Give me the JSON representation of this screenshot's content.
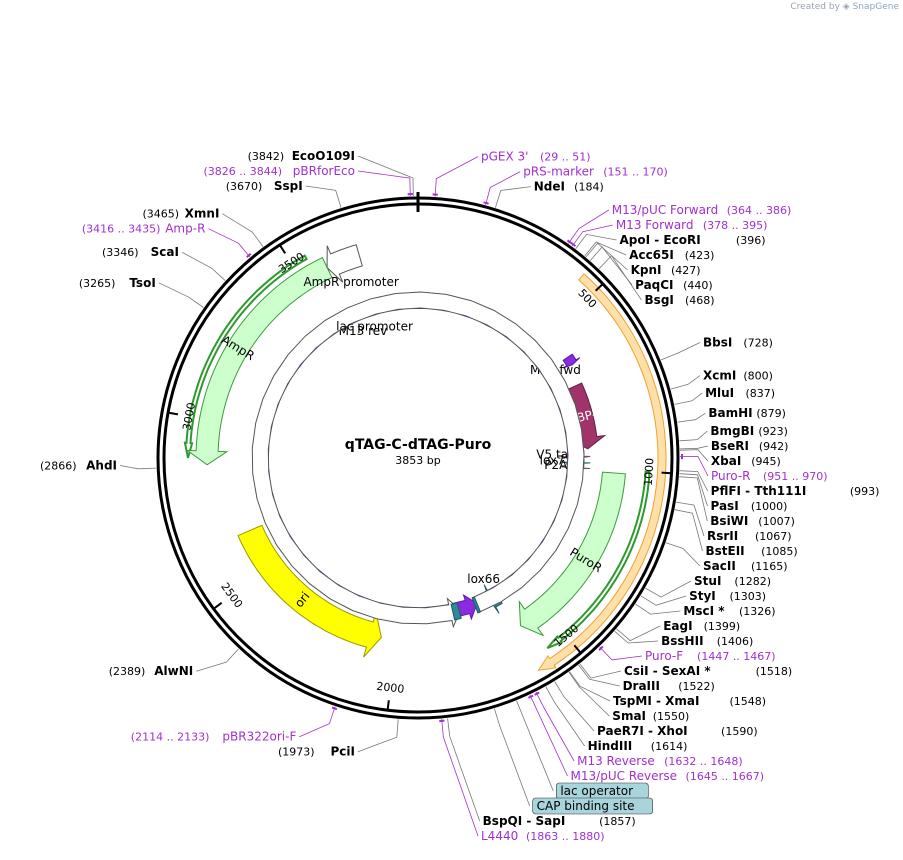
{
  "credit": {
    "prefix": "Created by",
    "brand": "SnapGene"
  },
  "plasmid": {
    "name": "qTAG-C-dTAG-Puro",
    "size_label": "3853 bp",
    "length": 3853
  },
  "colors": {
    "backbone": "#000000",
    "site": "#000000",
    "primer": "#a030d0",
    "feature_green": "#ccffcc",
    "feature_green_stroke": "#3c9a3c",
    "ori": "#ffff00",
    "fkbp": "#a0336a",
    "v5": "#cc88aa",
    "lox": "#2d8a9a",
    "p2a": "#cc88aa",
    "orf": "#f0a030",
    "orf_inner": "#2c9a2c",
    "box_fill": "#a8d4dc"
  },
  "ticks": [
    {
      "pos": 500,
      "label": "500"
    },
    {
      "pos": 1000,
      "label": "1000"
    },
    {
      "pos": 1500,
      "label": "1500"
    },
    {
      "pos": 2000,
      "label": "2000"
    },
    {
      "pos": 2500,
      "label": "2500"
    },
    {
      "pos": 3000,
      "label": "3000"
    },
    {
      "pos": 3500,
      "label": "3500"
    }
  ],
  "sites": [
    {
      "kind": "site",
      "pos": 3842,
      "label": "EcoO109I",
      "loc": "(3842)"
    },
    {
      "kind": "primer",
      "pos": 3835,
      "label": "pBRforEco",
      "loc": "(3826 .. 3844)"
    },
    {
      "kind": "site",
      "pos": 3670,
      "label": "SspI",
      "loc": "(3670)"
    },
    {
      "kind": "primer",
      "pos": 40,
      "label": "pGEX 3'",
      "loc": "(29 .. 51)"
    },
    {
      "kind": "primer",
      "pos": 160,
      "label": "pRS-marker",
      "loc": "(151 .. 170)"
    },
    {
      "kind": "site",
      "pos": 184,
      "label": "NdeI",
      "loc": "(184)"
    },
    {
      "kind": "primer",
      "pos": 375,
      "label": "M13/pUC Forward",
      "loc": "(364 .. 386)"
    },
    {
      "kind": "primer",
      "pos": 386,
      "label": "M13 Forward",
      "loc": "(378 .. 395)"
    },
    {
      "kind": "site",
      "pos": 396,
      "label": "ApoI  -  EcoRI",
      "loc": "(396)"
    },
    {
      "kind": "site",
      "pos": 423,
      "label": "Acc65I",
      "loc": "(423)"
    },
    {
      "kind": "site",
      "pos": 427,
      "label": "KpnI",
      "loc": "(427)"
    },
    {
      "kind": "site",
      "pos": 440,
      "label": "PaqCI",
      "loc": "(440)"
    },
    {
      "kind": "site",
      "pos": 468,
      "label": "BsgI",
      "loc": "(468)"
    },
    {
      "kind": "site",
      "pos": 728,
      "label": "BbsI",
      "loc": "(728)"
    },
    {
      "kind": "site",
      "pos": 800,
      "label": "XcmI",
      "loc": "(800)"
    },
    {
      "kind": "site",
      "pos": 837,
      "label": "MluI",
      "loc": "(837)"
    },
    {
      "kind": "site",
      "pos": 879,
      "label": "BamHI",
      "loc": "(879)"
    },
    {
      "kind": "site",
      "pos": 923,
      "label": "BmgBI",
      "loc": "(923)"
    },
    {
      "kind": "site",
      "pos": 942,
      "label": "BseRI",
      "loc": "(942)"
    },
    {
      "kind": "site",
      "pos": 945,
      "label": "XbaI",
      "loc": "(945)"
    },
    {
      "kind": "primer",
      "pos": 960,
      "label": "Puro-R",
      "loc": "(951 .. 970)"
    },
    {
      "kind": "site",
      "pos": 993,
      "label": "PflFI  -  Tth111I",
      "loc": "(993)"
    },
    {
      "kind": "site",
      "pos": 1000,
      "label": "PasI",
      "loc": "(1000)"
    },
    {
      "kind": "site",
      "pos": 1007,
      "label": "BsiWI",
      "loc": "(1007)"
    },
    {
      "kind": "site",
      "pos": 1067,
      "label": "RsrII",
      "loc": "(1067)"
    },
    {
      "kind": "site",
      "pos": 1085,
      "label": "BstEII",
      "loc": "(1085)"
    },
    {
      "kind": "site",
      "pos": 1165,
      "label": "SacII",
      "loc": "(1165)"
    },
    {
      "kind": "site",
      "pos": 1282,
      "label": "StuI",
      "loc": "(1282)"
    },
    {
      "kind": "site",
      "pos": 1303,
      "label": "StyI",
      "loc": "(1303)"
    },
    {
      "kind": "site",
      "pos": 1326,
      "label": "MscI *",
      "loc": "(1326)"
    },
    {
      "kind": "site",
      "pos": 1399,
      "label": "EagI",
      "loc": "(1399)"
    },
    {
      "kind": "site",
      "pos": 1406,
      "label": "BssHII",
      "loc": "(1406)"
    },
    {
      "kind": "primer",
      "pos": 1457,
      "label": "Puro-F",
      "loc": "(1447 .. 1467)"
    },
    {
      "kind": "site",
      "pos": 1518,
      "label": "CsiI  -  SexAI *",
      "loc": "(1518)"
    },
    {
      "kind": "site",
      "pos": 1522,
      "label": "DraIII",
      "loc": "(1522)"
    },
    {
      "kind": "site",
      "pos": 1548,
      "label": "TspMI  -  XmaI",
      "loc": "(1548)"
    },
    {
      "kind": "site",
      "pos": 1550,
      "label": "SmaI",
      "loc": "(1550)"
    },
    {
      "kind": "site",
      "pos": 1590,
      "label": "PaeR7I  -  XhoI",
      "loc": "(1590)"
    },
    {
      "kind": "site",
      "pos": 1614,
      "label": "HindIII",
      "loc": "(1614)"
    },
    {
      "kind": "primer",
      "pos": 1640,
      "label": "M13 Reverse",
      "loc": "(1632 .. 1648)"
    },
    {
      "kind": "box",
      "pos": 1690,
      "label": "lac operator",
      "loc": ""
    },
    {
      "kind": "primer",
      "pos": 1656,
      "label": "M13/pUC Reverse",
      "loc": "(1645 .. 1667)"
    },
    {
      "kind": "box",
      "pos": 1745,
      "label": "CAP binding site",
      "loc": ""
    },
    {
      "kind": "site",
      "pos": 1857,
      "label": "BspQI  -  SapI",
      "loc": "(1857)"
    },
    {
      "kind": "primer",
      "pos": 1871,
      "label": "L4440",
      "loc": "(1863 .. 1880)"
    },
    {
      "kind": "site",
      "pos": 1973,
      "label": "PciI",
      "loc": "(1973)"
    },
    {
      "kind": "primer",
      "pos": 2124,
      "label": "pBR322ori-F",
      "loc": "(2114 .. 2133)"
    },
    {
      "kind": "site",
      "pos": 2389,
      "label": "AlwNI",
      "loc": "(2389)"
    },
    {
      "kind": "site",
      "pos": 2866,
      "label": "AhdI",
      "loc": "(2866)"
    },
    {
      "kind": "site",
      "pos": 3265,
      "label": "TsoI",
      "loc": "(3265)"
    },
    {
      "kind": "site",
      "pos": 3346,
      "label": "ScaI",
      "loc": "(3346)"
    },
    {
      "kind": "primer",
      "pos": 3426,
      "label": "Amp-R",
      "loc": "(3416 .. 3435)"
    },
    {
      "kind": "site",
      "pos": 3465,
      "label": "XmnI",
      "loc": "(3465)"
    }
  ],
  "features": [
    {
      "id": "orf-outer",
      "label": "",
      "start": 450,
      "end": 1610,
      "dir": 1,
      "ring": "orf"
    },
    {
      "id": "puro-inner",
      "label": "",
      "start": 1000,
      "end": 1560,
      "dir": 1,
      "ring": "inner"
    },
    {
      "id": "ampr-inner",
      "label": "",
      "start": 3540,
      "end": 2890,
      "dir": -1,
      "ring": "inner"
    },
    {
      "id": "fkbp",
      "label": "FKBP-V",
      "start": 700,
      "end": 930,
      "dir": 1,
      "ring": "feature"
    },
    {
      "id": "ampr",
      "label": "AmpR",
      "start": 3580,
      "end": 2870,
      "dir": -1,
      "ring": "feature"
    },
    {
      "id": "amprprom",
      "label": "AmpR promoter",
      "start": 3680,
      "end": 3580,
      "dir": -1,
      "ring": "feature"
    },
    {
      "id": "ori",
      "label": "ori",
      "start": 2640,
      "end": 2050,
      "dir": -1,
      "ring": "feature"
    },
    {
      "id": "puror",
      "label": "PuroR",
      "start": 1010,
      "end": 1590,
      "dir": 1,
      "ring": "feature"
    },
    {
      "id": "v5",
      "label": "V5 tag",
      "start": 935,
      "end": 965,
      "dir": 1,
      "ring": "feature"
    },
    {
      "id": "lox71",
      "label": "lox71",
      "start": 968,
      "end": 985,
      "dir": 1,
      "ring": "feature"
    },
    {
      "id": "p2a",
      "label": "P2A",
      "start": 987,
      "end": 1005,
      "dir": 1,
      "ring": "feature"
    },
    {
      "id": "lox66",
      "label": "lox66",
      "start": 1605,
      "end": 1640,
      "dir": 1,
      "ring": "feature"
    },
    {
      "id": "m13fwd",
      "label": "M13 fwd",
      "start": 600,
      "end": 630,
      "dir": 1,
      "ring": "feature"
    },
    {
      "id": "m13rev",
      "label": "M13 rev",
      "start": 1660,
      "end": 1690,
      "dir": -1,
      "ring": "feature"
    },
    {
      "id": "lacprom",
      "label": "lac promoter",
      "start": 1700,
      "end": 1760,
      "dir": -1,
      "ring": "feature"
    },
    {
      "id": "lacop",
      "label": "",
      "start": 1690,
      "end": 1700,
      "dir": 0,
      "ring": "feature"
    },
    {
      "id": "cap",
      "label": "",
      "start": 1765,
      "end": 1790,
      "dir": 0,
      "ring": "feature"
    }
  ]
}
